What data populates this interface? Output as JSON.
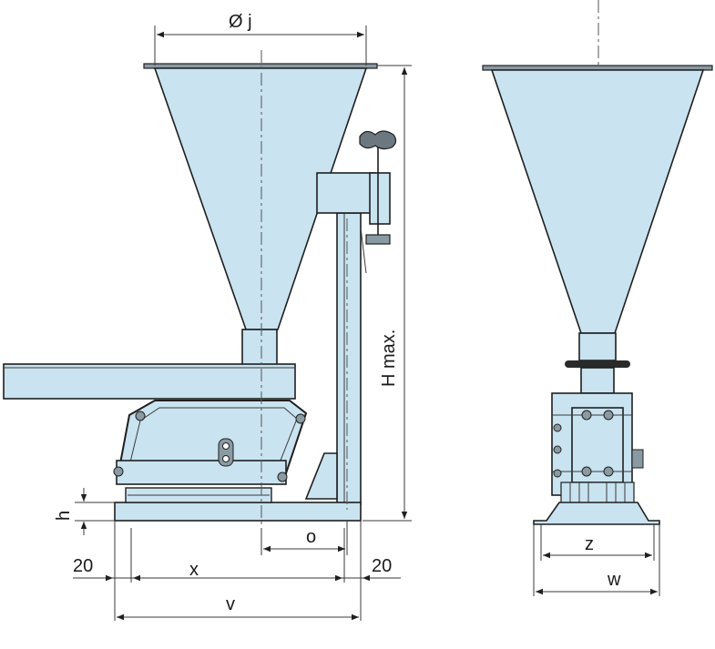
{
  "labels": {
    "dia_j": "Ø j",
    "h_max": "H max.",
    "h": "h",
    "o": "o",
    "x": "x",
    "v": "v",
    "left_margin": "20",
    "right_margin": "20",
    "z": "z",
    "w": "w"
  },
  "colors": {
    "body_fill": "#c9e3f0",
    "outline": "#1f1f1f"
  }
}
